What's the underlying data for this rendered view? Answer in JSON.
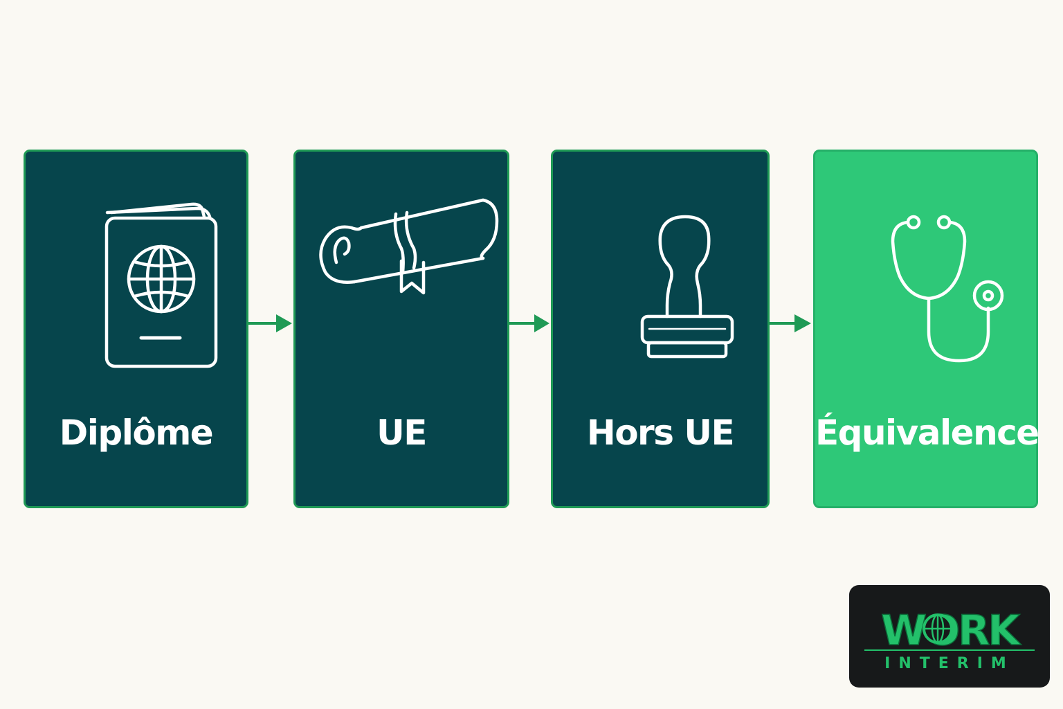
{
  "colors": {
    "background": "#faf9f3",
    "card_dark": "#06454c",
    "card_final": "#2ec878",
    "card_border": "#1f9a55",
    "arrow": "#1f9a55",
    "label_text": "#ffffff",
    "logo_background": "#17191a",
    "logo_green": "#23c06a"
  },
  "steps": [
    {
      "label": "Diplôme",
      "icon": "passport-icon"
    },
    {
      "label": "UE",
      "icon": "diploma-scroll-icon"
    },
    {
      "label": "Hors UE",
      "icon": "rubber-stamp-icon"
    },
    {
      "label": "Équivalence",
      "icon": "stethoscope-icon",
      "highlighted": true
    }
  ],
  "logo": {
    "word": "WORK",
    "subword": "INTERIM",
    "icon": "globe-icon"
  }
}
